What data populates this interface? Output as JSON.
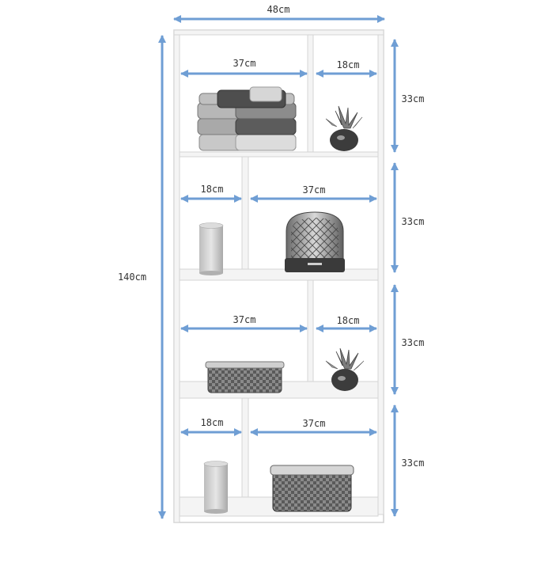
{
  "diagram": {
    "overall": {
      "width_label": "48cm",
      "height_label": "140cm"
    },
    "row_heights": [
      "33cm",
      "33cm",
      "33cm",
      "33cm"
    ],
    "compartments": [
      {
        "left_label": "37cm",
        "right_label": "18cm"
      },
      {
        "left_label": "18cm",
        "right_label": "37cm"
      },
      {
        "left_label": "37cm",
        "right_label": "18cm"
      },
      {
        "left_label": "18cm",
        "right_label": "37cm"
      }
    ]
  },
  "colors": {
    "arrow": "#6f9ed4",
    "shelf_edge": "#d6d6d6",
    "shelf_face": "#f4f4f4"
  }
}
